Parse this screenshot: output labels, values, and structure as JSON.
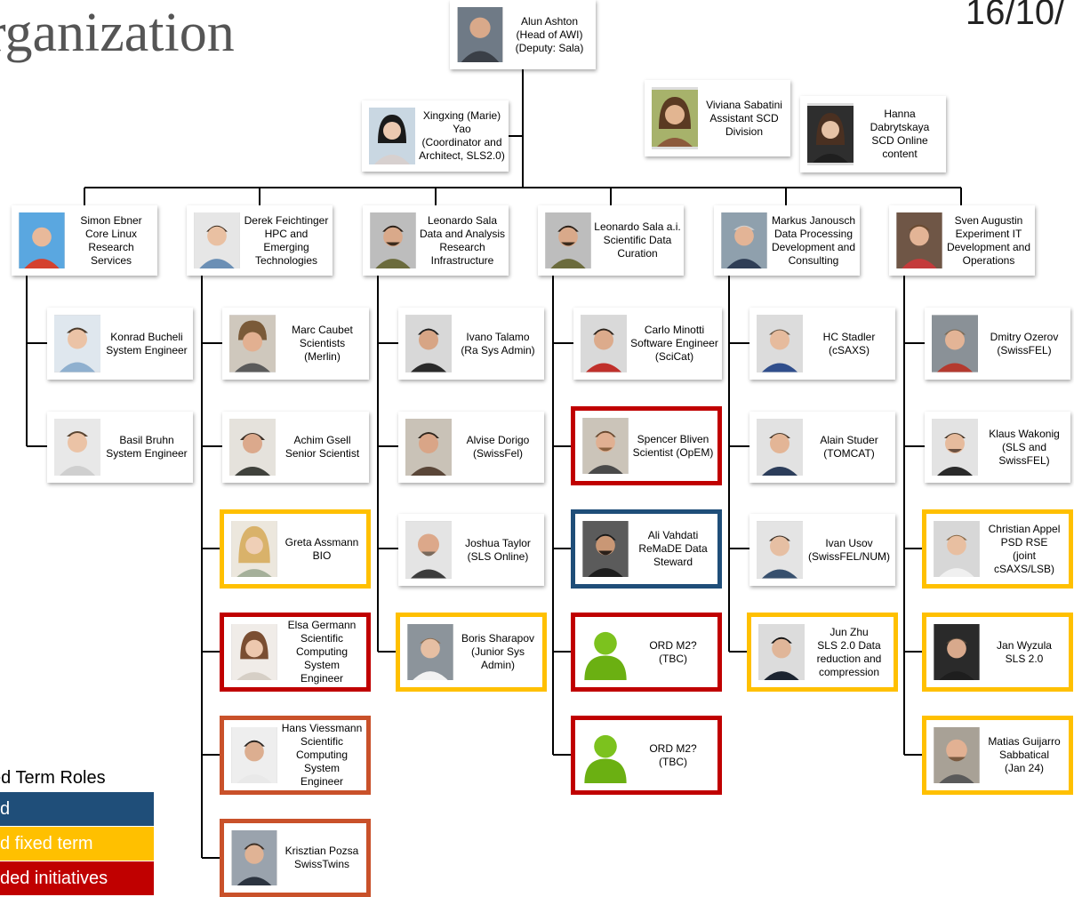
{
  "title": "rganization",
  "date": "16/10/",
  "legend": {
    "title": "ed Term Roles",
    "items": [
      {
        "label": "d",
        "color": "#1f4e79",
        "text_color": "#ffffff"
      },
      {
        "label": "d fixed term",
        "color": "#ffc000",
        "text_color": "#ffffff"
      },
      {
        "label": "ded initiatives",
        "color": "#c00000",
        "text_color": "#ffffff"
      }
    ]
  },
  "cards": {
    "alun": {
      "line1": "Alun Ashton",
      "line2": "(Head of AWI)",
      "line3": "(Deputy: Sala)"
    },
    "xingxing": {
      "line1": "Xingxing (Marie)",
      "line2": "Yao",
      "line3": "(Coordinator and",
      "line4": "Architect, SLS2.0)"
    },
    "viviana": {
      "line1": "Viviana Sabatini",
      "line2": "Assistant SCD",
      "line3": "Division"
    },
    "hanna": {
      "line1": "Hanna",
      "line2": "Dabrytskaya",
      "line3": "SCD Online",
      "line4": "content"
    },
    "simon": {
      "line1": "Simon Ebner",
      "line2": "Core Linux",
      "line3": "Research Services"
    },
    "derek": {
      "line1": "Derek Feichtinger",
      "line2": "HPC and Emerging",
      "line3": "Technologies"
    },
    "leo1": {
      "line1": "Leonardo Sala",
      "line2": "Data and Analysis",
      "line3": "Research",
      "line4": "Infrastructure"
    },
    "leo2": {
      "line1": "Leonardo Sala a.i.",
      "line2": "Scientific Data",
      "line3": "Curation"
    },
    "markus": {
      "line1": "Markus Janousch",
      "line2": "Data Processing",
      "line3": "Development and",
      "line4": "Consulting"
    },
    "sven": {
      "line1": "Sven Augustin",
      "line2": "Experiment IT",
      "line3": "Development and",
      "line4": "Operations"
    },
    "konrad": {
      "line1": "Konrad Bucheli",
      "line2": "System Engineer"
    },
    "basil": {
      "line1": "Basil Bruhn",
      "line2": "System Engineer"
    },
    "marc": {
      "line1": "Marc Caubet",
      "line2": "Scientists",
      "line3": "(Merlin)"
    },
    "achim": {
      "line1": "Achim Gsell",
      "line2": "Senior Scientist"
    },
    "greta": {
      "line1": "Greta Assmann",
      "line2": "BIO"
    },
    "elsa": {
      "line1": "Elsa Germann",
      "line2": "Scientific",
      "line3": "Computing System",
      "line4": "Engineer"
    },
    "hans": {
      "line1": "Hans  Viessmann",
      "line2": "Scientific",
      "line3": "Computing System",
      "line4": "Engineer"
    },
    "krisztian": {
      "line1": "Krisztian Pozsa",
      "line2": "SwissTwins"
    },
    "ivano": {
      "line1": "Ivano Talamo",
      "line2": "(Ra Sys Admin)"
    },
    "alvise": {
      "line1": "Alvise Dorigo",
      "line2": "(SwissFel)"
    },
    "joshua": {
      "line1": "Joshua Taylor",
      "line2": "(SLS Online)"
    },
    "boris": {
      "line1": "Boris Sharapov",
      "line2": "(Junior Sys Admin)"
    },
    "carlo": {
      "line1": "Carlo Minotti",
      "line2": "Software Engineer",
      "line3": "(SciCat)"
    },
    "spencer": {
      "line1": "Spencer Bliven",
      "line2": "Scientist (OpEM)"
    },
    "ali": {
      "line1": "Ali Vahdati",
      "line2": "ReMaDE Data",
      "line3": "Steward"
    },
    "ord1": {
      "line1": "ORD M2?",
      "line2": "(TBC)"
    },
    "ord2": {
      "line1": "ORD M2?",
      "line2": "(TBC)"
    },
    "hc": {
      "line1": "HC Stadler",
      "line2": "(cSAXS)"
    },
    "alain": {
      "line1": "Alain Studer",
      "line2": "(TOMCAT)"
    },
    "ivan": {
      "line1": "Ivan Usov",
      "line2": "(SwissFEL/NUM)"
    },
    "jun": {
      "line1": "Jun Zhu",
      "line2": "SLS 2.0 Data",
      "line3": "reduction and",
      "line4": "compression"
    },
    "dmitry": {
      "line1": "Dmitry Ozerov",
      "line2": "(SwissFEL)"
    },
    "klaus": {
      "line1": "Klaus Wakonig",
      "line2": "(SLS and SwissFEL)"
    },
    "christian": {
      "line1": "Christian Appel",
      "line2": "PSD RSE",
      "line3": "(joint cSAXS/LSB)"
    },
    "jan": {
      "line1": "Jan Wyzula",
      "line2": "SLS 2.0"
    },
    "matias": {
      "line1": "Matias Guijarro",
      "line2": "Sabbatical",
      "line3": "(Jan 24)"
    }
  }
}
